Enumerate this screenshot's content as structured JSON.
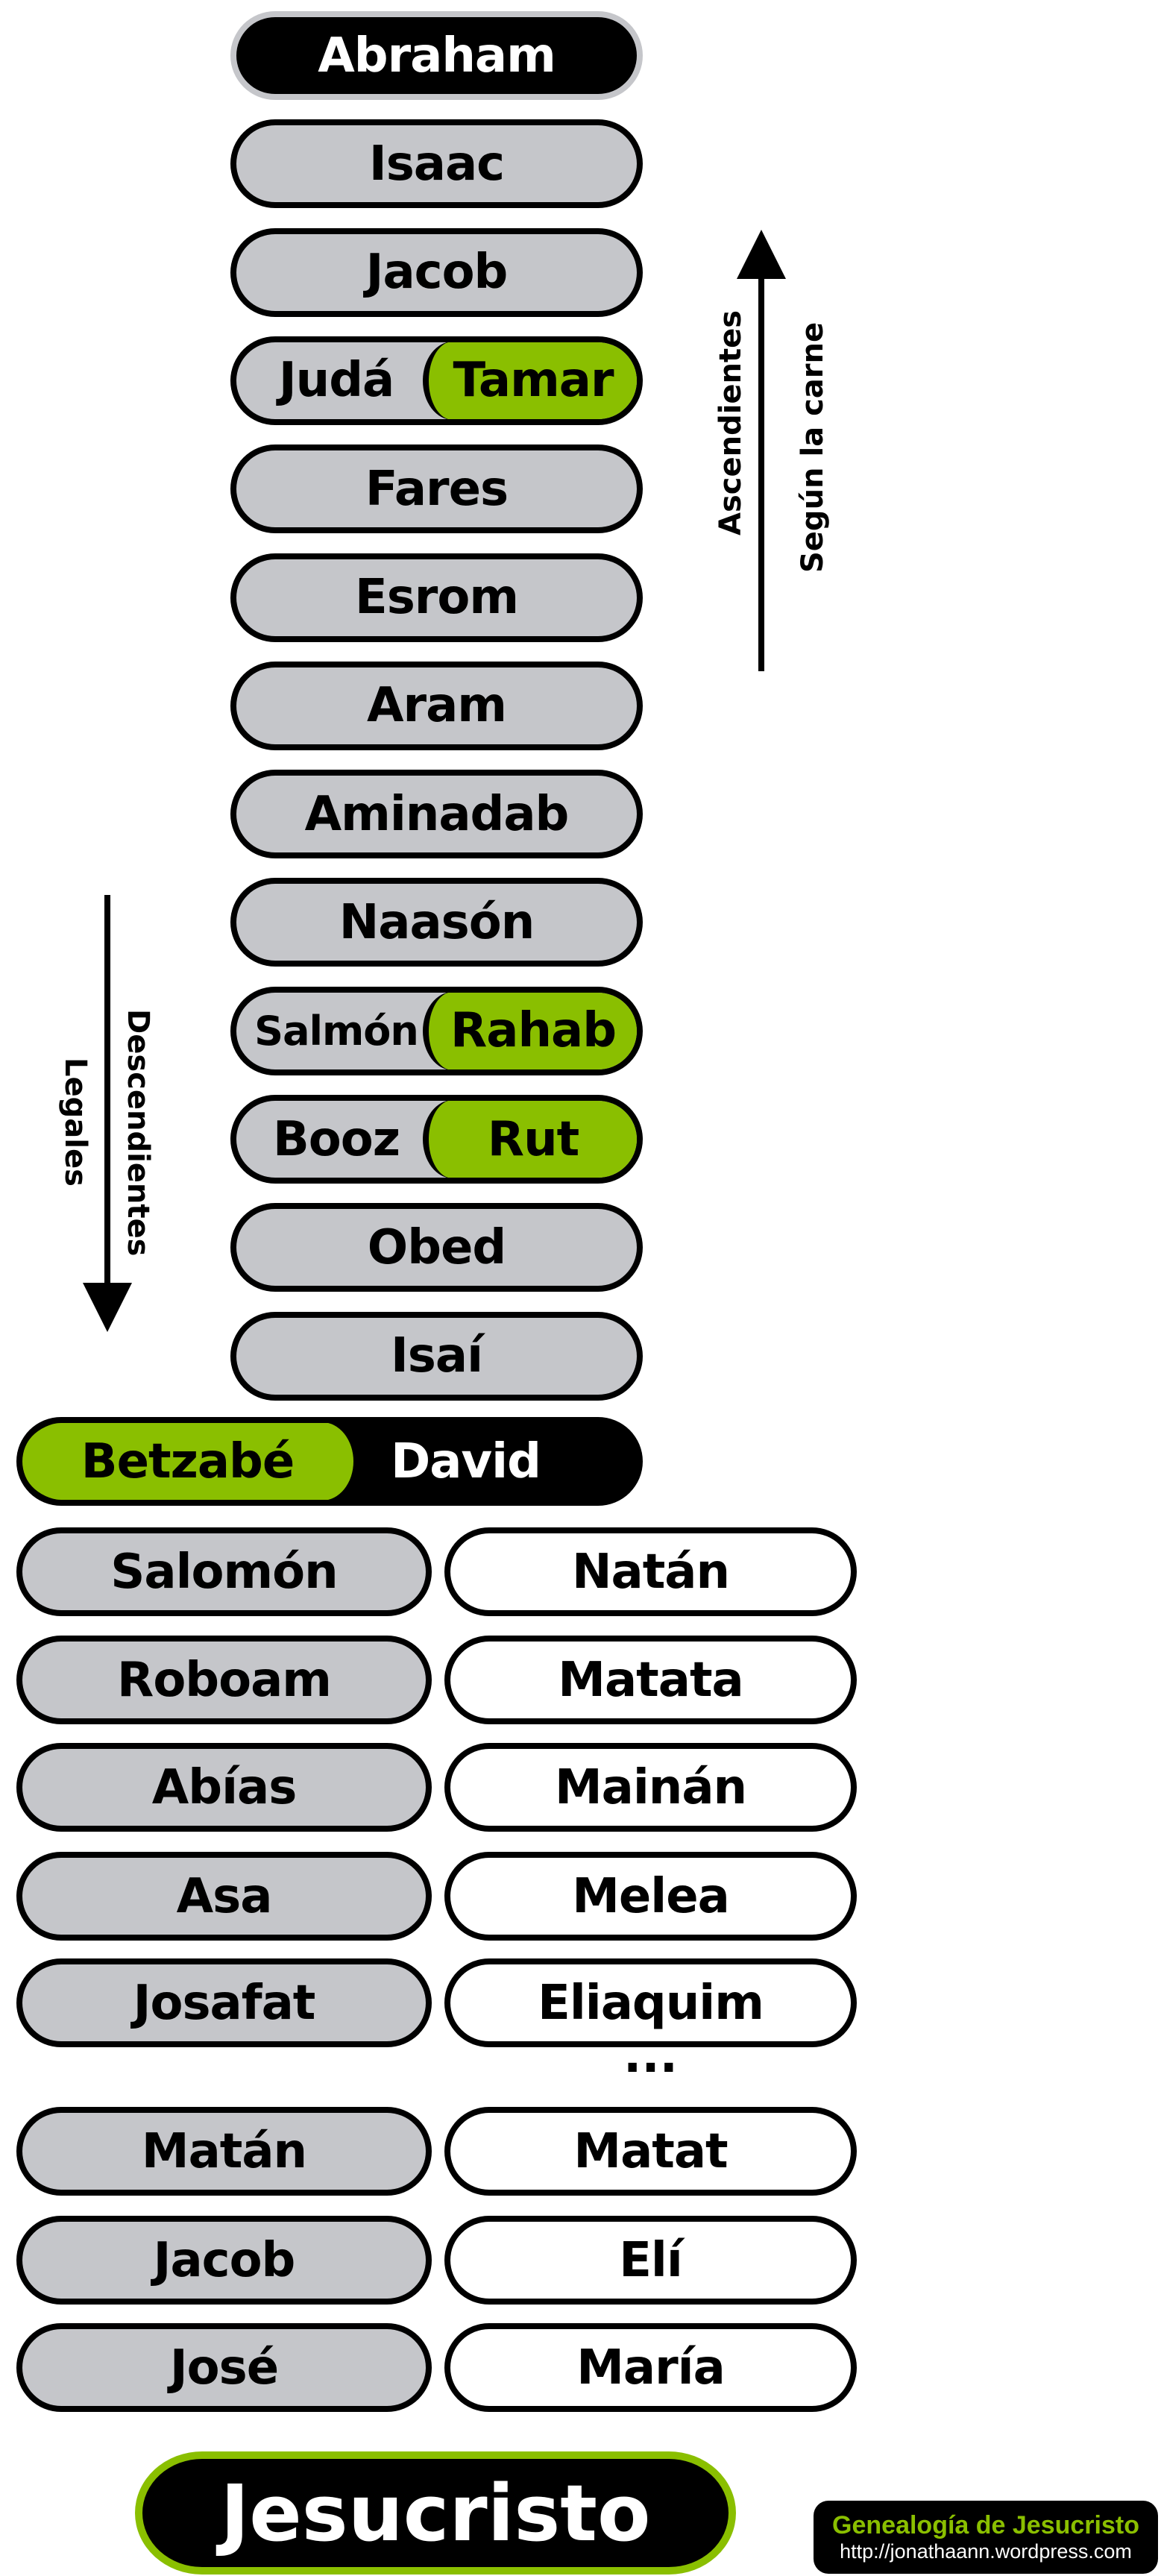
{
  "colors": {
    "gray": "#c5c6ca",
    "green": "#8abf00",
    "black": "#000000",
    "white": "#ffffff"
  },
  "top_chain": [
    {
      "name": "Abraham"
    },
    {
      "name": "Isaac"
    },
    {
      "name": "Jacob"
    },
    {
      "name": "Judá",
      "partner": "Tamar"
    },
    {
      "name": "Fares"
    },
    {
      "name": "Esrom"
    },
    {
      "name": "Aram"
    },
    {
      "name": "Aminadab"
    },
    {
      "name": "Naasón"
    },
    {
      "name": "Salmón",
      "partner": "Rahab"
    },
    {
      "name": "Booz",
      "partner": "Rut"
    },
    {
      "name": "Obed"
    },
    {
      "name": "Isaí"
    }
  ],
  "david_row": {
    "partner": "Betzabé",
    "name": "David"
  },
  "left_column": [
    "Salomón",
    "Roboam",
    "Abías",
    "Asa",
    "Josafat",
    "Matán",
    "Jacob",
    "José"
  ],
  "right_column": [
    "Natán",
    "Matata",
    "Mainán",
    "Melea",
    "Eliaquim",
    "Matat",
    "Elí",
    "María"
  ],
  "ellipsis": "...",
  "ascend_label": {
    "line1": "Ascendientes",
    "line2": "Según la carne"
  },
  "descend_label": {
    "line1": "Descendientes",
    "line2": "Legales"
  },
  "final": "Jesucristo",
  "logo": {
    "title": "Genealogía de Jesucristo",
    "url": "http://jonathaann.wordpress.com"
  }
}
